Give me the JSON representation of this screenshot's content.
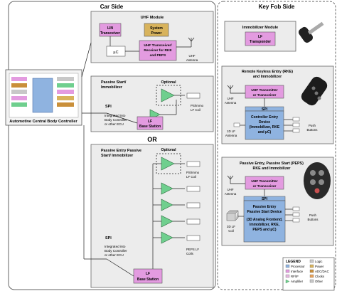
{
  "colors": {
    "processor": "#8fb3e0",
    "interface": "#e39be0",
    "rf_if": "#e5b8e0",
    "amplifier": "#6fcf8e",
    "logic": "#c9c9c9",
    "power": "#d8b35c",
    "adc_dac": "#c98f3a",
    "clocks": "#e8a25a",
    "other": "#c8c8c8",
    "panel": "#ececec",
    "line": "#222222"
  },
  "car_side": {
    "title": "Car Side",
    "ecu_caption": "Automotive Central Body Controller",
    "uhf_module": {
      "title": "UHF Module",
      "lin": [
        "LIN",
        "Transceiver"
      ],
      "system_power": [
        "System",
        "Power"
      ],
      "uc": "µC",
      "uhf_trx": [
        "UHF Transceiver/",
        "Receiver for RKE",
        "and PEPS"
      ],
      "antenna": [
        "UHF",
        "Antenna"
      ]
    },
    "passive_start": {
      "title": [
        "Passive Start/",
        "Immobilizer"
      ],
      "optional": "Optional",
      "spi": "SPI",
      "integrated": [
        "Integrated into",
        "Body Controller",
        "or other ECU"
      ],
      "lf_base": [
        "LF",
        "Base Station"
      ],
      "coil": [
        "PS/Immo",
        "LF Coil"
      ]
    },
    "or_label": "OR",
    "peps": {
      "title": [
        "Passive Entry Passive",
        "Start/ Immobilizer"
      ],
      "optional": "Optional",
      "spi": "SPI",
      "integrated": [
        "Integrated into",
        "Body Controller",
        "or other ECU"
      ],
      "lf_base": [
        "LF",
        "Base Station"
      ],
      "coil_top": [
        "PS/Immo",
        "LF Coil"
      ],
      "coil_bottom": [
        "PEPS LF",
        "Coils"
      ]
    }
  },
  "key_fob_side": {
    "title": "Key Fob Side",
    "immobilizer": {
      "title": "Immobilizer Module",
      "lf_transponder": [
        "LF",
        "Transponder"
      ]
    },
    "rke": {
      "title": [
        "Remote Keyless Entry (RKE)",
        "and Immobilizer"
      ],
      "uhf_tx": [
        "UHF Transmitter",
        "or Transceiver"
      ],
      "antenna": [
        "UHF",
        "Antenna"
      ],
      "spi": "SPI",
      "controller": [
        "Controller Entry",
        "Device",
        "(Immobilizer, RKE",
        "and µC)"
      ],
      "lf_antenna": [
        "1D LF",
        "Antenna"
      ],
      "push": [
        "Push",
        "Buttons"
      ]
    },
    "peps": {
      "title": [
        "Passive Entry, Passive Start (PEPS)",
        "RKE and Immobilizer"
      ],
      "uhf_tx": [
        "UHF Transmitter",
        "or Transceiver"
      ],
      "antenna": [
        "UHF",
        "Antenna"
      ],
      "spi": "SPI",
      "device": [
        "Passive Entry",
        "Passive Start Device",
        "(3D Analog Frontend,",
        "Immobilizer, RKE,",
        "PEPS and µC)"
      ],
      "lf_coil": [
        "3D LF",
        "Coil"
      ],
      "push": [
        "Push",
        "Buttons"
      ]
    }
  },
  "legend": {
    "title": "LEGEND",
    "items": [
      "Processor",
      "Interface",
      "RF/IF",
      "Amplifier",
      "Logic",
      "Power",
      "ADC/DAC",
      "Clocks",
      "Other"
    ]
  }
}
